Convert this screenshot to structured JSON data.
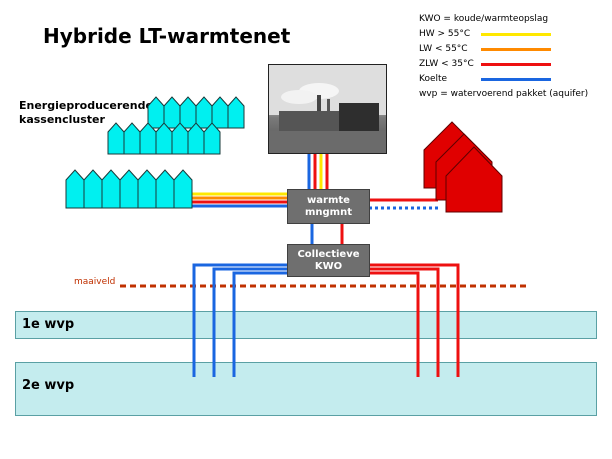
{
  "title": "Hybride LT-warmtenet",
  "cluster_label": [
    "Energieproducerende",
    "kassencluster"
  ],
  "legend": {
    "kwo": "KWO = koude/warmteopslag",
    "hw": "HW > 55°C",
    "lw": "LW < 55°C",
    "zlw": "ZLW < 35°C",
    "koelte": "Koelte",
    "wvp": "wvp = watervoerend pakket (aquifer)"
  },
  "colors": {
    "hw": "#ffe800",
    "lw": "#ff8a00",
    "zlw": "#ee1010",
    "koelte": "#1a66e0",
    "greenhouse": "#00f0f0",
    "house": "#e00000",
    "aquifer": "#c4ecee",
    "box": "#6f6f6f",
    "maaiveld": "#c03000"
  },
  "boxes": {
    "warmte": [
      "warmte",
      "mngmnt"
    ],
    "kwo": [
      "Collectieve",
      "KWO"
    ]
  },
  "maaiveld": "maaiveld",
  "layers": {
    "wvp1": "1e wvp",
    "wvp2": "2e wvp"
  }
}
